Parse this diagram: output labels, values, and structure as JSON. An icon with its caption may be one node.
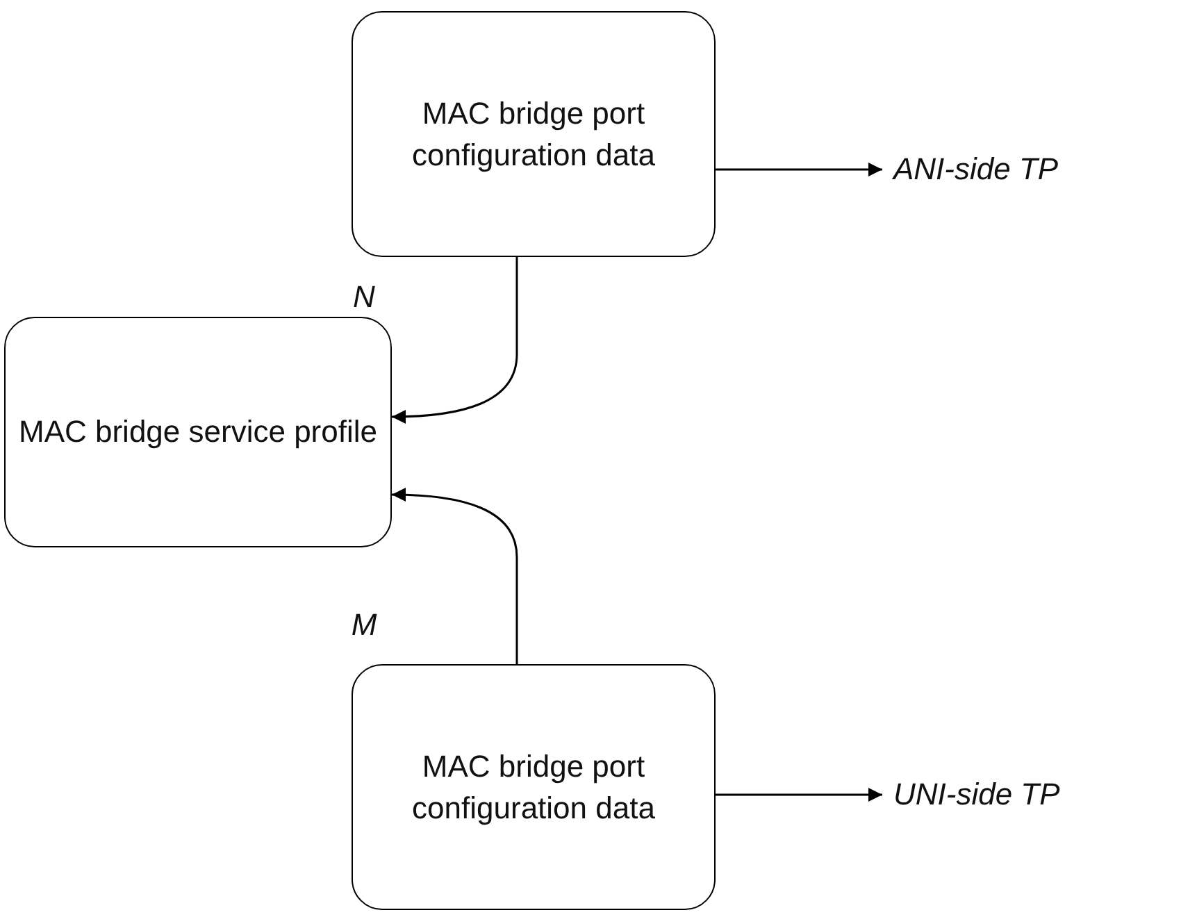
{
  "diagram": {
    "nodes": [
      {
        "text": [
          "MAC bridge port configuration data"
        ]
      },
      {
        "text": [
          "ANI-side TP"
        ]
      },
      {
        "text": [
          "MAC bridge service profile"
        ]
      },
      {
        "text": [
          "MAC bridge port configuration data"
        ]
      },
      {
        "text": [
          "UNI-side TP"
        ]
      }
    ],
    "edges": [
      {
        "from": 0,
        "to": 1,
        "arrow": "to"
      },
      {
        "from": 0,
        "to": 2,
        "arrow": "to",
        "label": "N"
      },
      {
        "from": 3,
        "to": 2,
        "arrow": "to",
        "label": "M"
      },
      {
        "from": 3,
        "to": 4,
        "arrow": "to"
      }
    ]
  }
}
